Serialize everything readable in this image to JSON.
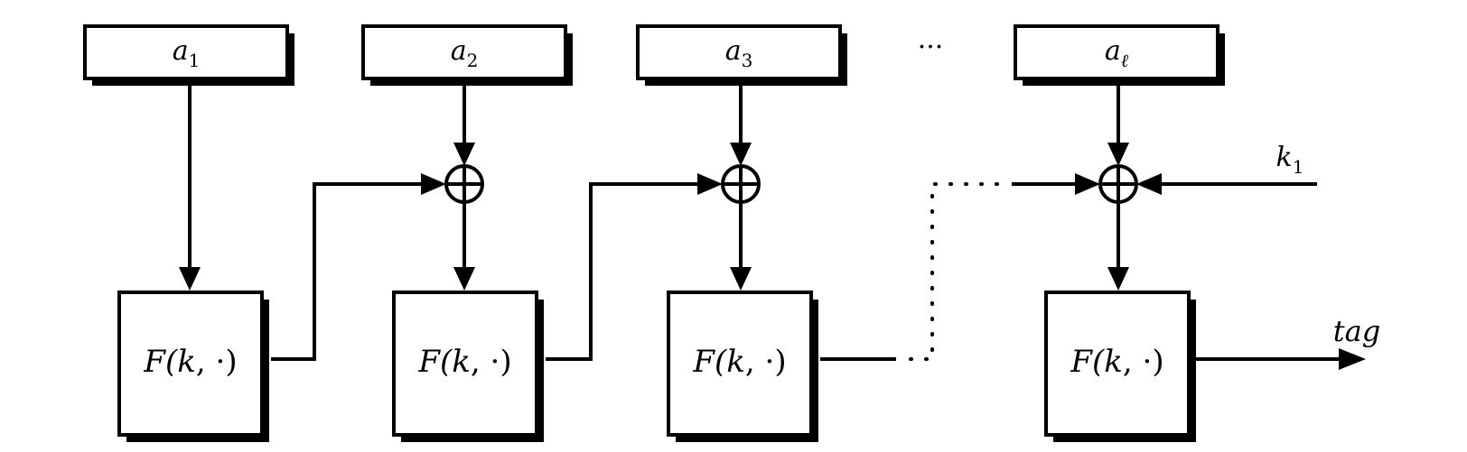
{
  "inputs": [
    {
      "base": "a",
      "sub": "1"
    },
    {
      "base": "a",
      "sub": "2"
    },
    {
      "base": "a",
      "sub": "3"
    },
    {
      "base": "a",
      "sub": "ℓ"
    }
  ],
  "ellipsis": "···",
  "prf_label": {
    "pre": "F(",
    "k": "k",
    "post": ", ·)"
  },
  "key": {
    "base": "k",
    "sub": "1"
  },
  "output": "tag"
}
